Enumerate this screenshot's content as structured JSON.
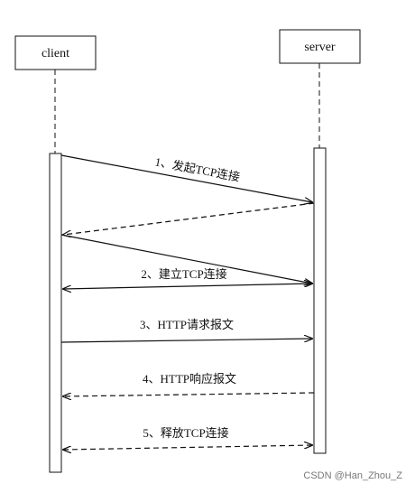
{
  "actors": {
    "client": "client",
    "server": "server"
  },
  "messages": [
    {
      "label": "1、发起TCP连接",
      "direction": "client-to-server",
      "style": "solid"
    },
    {
      "label": "",
      "direction": "server-to-client",
      "style": "dashed"
    },
    {
      "label": "",
      "direction": "client-to-server",
      "style": "solid"
    },
    {
      "label": "2、建立TCP连接",
      "direction": "bidirectional",
      "style": "solid"
    },
    {
      "label": "3、HTTP请求报文",
      "direction": "client-to-server",
      "style": "solid"
    },
    {
      "label": "4、HTTP响应报文",
      "direction": "server-to-client",
      "style": "dashed"
    },
    {
      "label": "5、释放TCP连接",
      "direction": "bidirectional",
      "style": "dashed"
    }
  ],
  "watermark": "CSDN @Han_Zhou_Z"
}
